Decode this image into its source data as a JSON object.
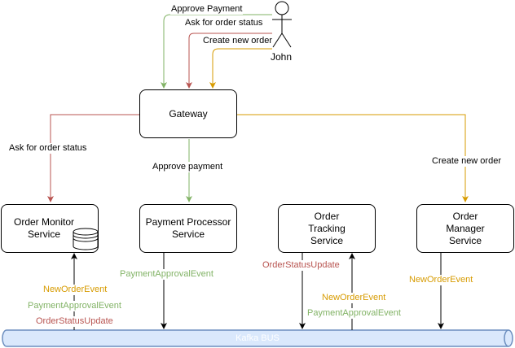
{
  "actor": {
    "name": "John"
  },
  "nodes": {
    "gateway": "Gateway",
    "order_monitor": "Order Monitor Service",
    "payment_processor": "Payment Processor Service",
    "order_tracking": "Order Tracking Service",
    "order_manager": "Order Manager Service"
  },
  "bus": {
    "label": "Kafka BUS"
  },
  "edge_labels": {
    "john_approve_payment": "Approve Payment",
    "john_ask_status": "Ask for order status",
    "john_create_order": "Create new order",
    "gw_ask_status": "Ask for order status",
    "gw_approve_payment": "Approve payment",
    "gw_create_order": "Create new order"
  },
  "events": {
    "monitor_new_order": "NewOrderEvent",
    "monitor_payment_approval": "PaymentApprovalEvent",
    "monitor_status_update": "OrderStatusUpdate",
    "processor_payment_approval": "PaymentApprovalEvent",
    "tracking_status_update": "OrderStatusUpdate",
    "tracking_new_order": "NewOrderEvent",
    "tracking_payment_approval": "PaymentApprovalEvent",
    "manager_new_order": "NewOrderEvent"
  },
  "colors": {
    "green": "#82b366",
    "red": "#b85450",
    "orange": "#d79b00",
    "bus_fill": "#dae8fc",
    "bus_stroke": "#6c8ebf"
  }
}
